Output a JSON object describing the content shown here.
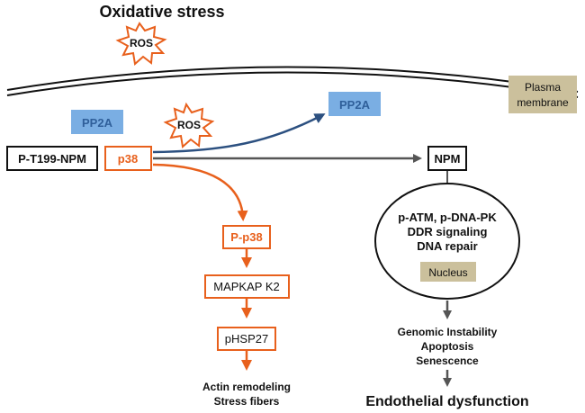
{
  "title": "Oxidative stress",
  "ros_top": "ROS",
  "ros_mid": "ROS",
  "membrane_label_line1": "Plasma",
  "membrane_label_line2": "membrane",
  "pp2a_left": "PP2A",
  "pp2a_right": "PP2A",
  "pt199_npm": "P-T199-NPM",
  "p38": "p38",
  "npm": "NPM",
  "nucleus": {
    "line1": "p-ATM, p-DNA-PK",
    "line2": "DDR signaling",
    "line3": "DNA repair",
    "label": "Nucleus"
  },
  "p_p38": "P-p38",
  "mapkap_k2": "MAPKAP K2",
  "phsp27": "pHSP27",
  "actin_line1": "Actin remodeling",
  "actin_line2": "Stress fibers",
  "outcomes": {
    "line1": "Genomic Instability",
    "line2": "Apoptosis",
    "line3": "Senescence"
  },
  "endothelial": "Endothelial dysfunction",
  "colors": {
    "orange": "#e8601c",
    "blue_box": "#7aaee3",
    "blue_text": "#2f5f9a",
    "blue_arrow": "#2c5080",
    "tan": "#cbc09c",
    "gray_arrow": "#555555"
  }
}
